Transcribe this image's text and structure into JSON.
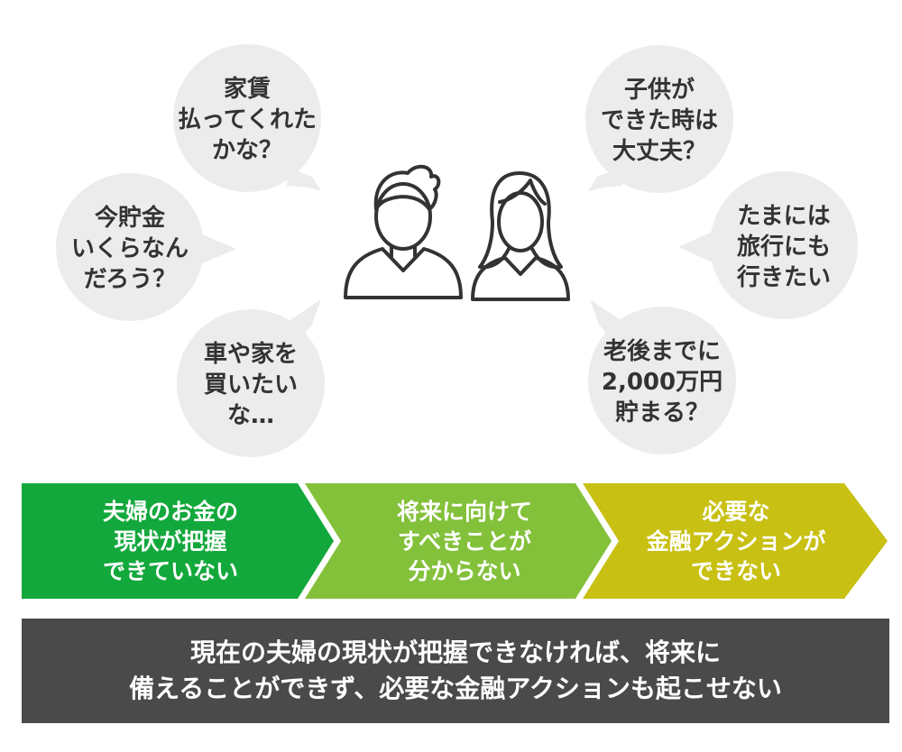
{
  "colors": {
    "bubble": "#ececec",
    "bubble_text": "#333333",
    "step1": "#13a83c",
    "step2": "#84c13b",
    "step3": "#c8c012",
    "banner": "#4a4a4a",
    "figure_stroke": "#333333"
  },
  "bubbles": {
    "rent": "家賃\n払ってくれた\nかな？",
    "savings": "今貯金\nいくらなん\nだろう？",
    "car_house": "車や家を\n買いたい\nな…",
    "children": "子供が\nできた時は\n大丈夫？",
    "travel": "たまには\n旅行にも\n行きたい",
    "retirement": "老後までに\n2,000万円\n貯まる？"
  },
  "flow": {
    "step1": "夫婦のお金の\n現状が把握\nできていない",
    "step2": "将来に向けて\nすべきことが\n分からない",
    "step3": "必要な\n金融アクションが\nできない"
  },
  "banner": {
    "text": "現在の夫婦の現状が把握できなければ、将来に\n備えることができず、必要な金融アクションも起こせない"
  },
  "icons": [
    "man-icon",
    "woman-icon"
  ]
}
